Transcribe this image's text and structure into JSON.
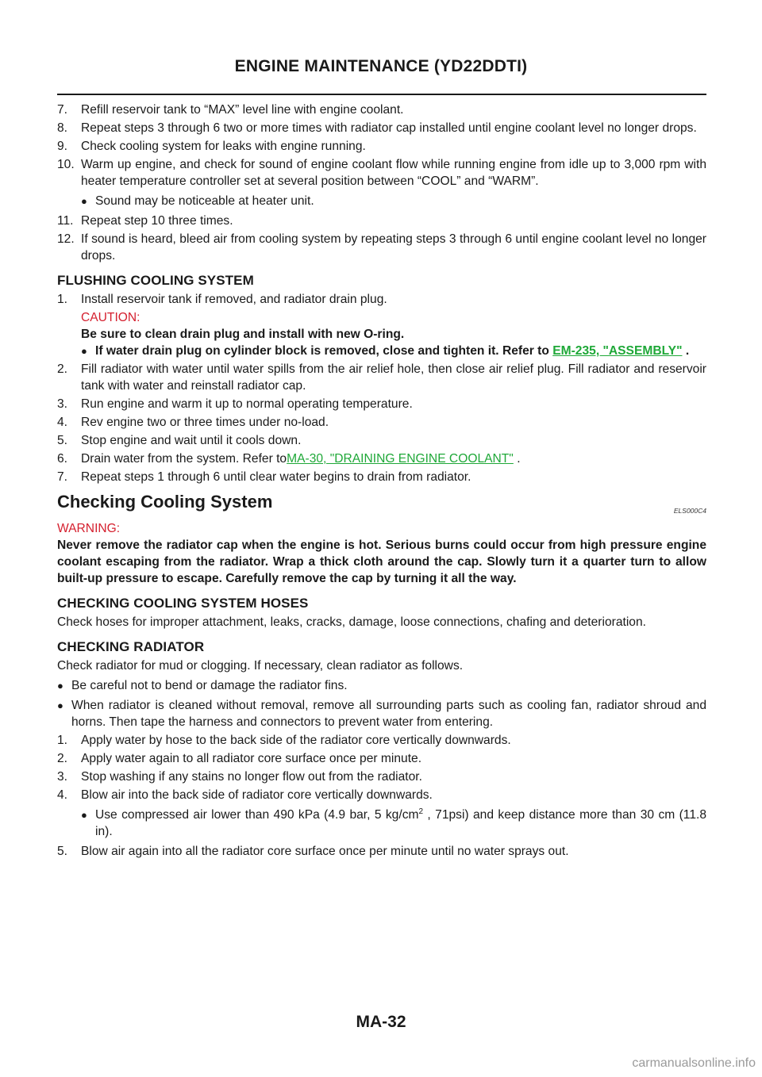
{
  "header": {
    "title": "ENGINE MAINTENANCE (YD22DDTI)"
  },
  "steps_top": [
    {
      "num": "7.",
      "text": "Refill reservoir tank to “MAX” level line with engine coolant."
    },
    {
      "num": "8.",
      "text": "Repeat steps 3 through 6 two or more times with radiator cap installed until engine coolant level no longer drops."
    },
    {
      "num": "9.",
      "text": "Check cooling system for leaks with engine running."
    },
    {
      "num": "10.",
      "text": "Warm up engine, and check for sound of engine coolant flow while running engine from idle up to 3,000 rpm with heater temperature controller set at several position between “COOL” and “WARM”."
    },
    {
      "bullet": "Sound may be noticeable at heater unit."
    },
    {
      "num": "11.",
      "text": "Repeat step 10 three times."
    },
    {
      "num": "12.",
      "text": "If sound is heard, bleed air from cooling system by repeating steps 3 through 6 until engine coolant level no longer drops."
    }
  ],
  "flushing": {
    "heading": "FLUSHING COOLING SYSTEM",
    "step1": {
      "num": "1.",
      "text": "Install reservoir tank if removed, and radiator drain plug."
    },
    "caution_label": "CAUTION:",
    "caution_text": "Be sure to clean drain plug and install with new O-ring.",
    "caution_bullet_text": "If water drain plug on cylinder block is removed, close and tighten it. Refer to ",
    "caution_bullet_link": "EM-235, \"ASSEMBLY\"",
    "caution_bullet_end": " .",
    "step2": {
      "num": "2.",
      "text": "Fill radiator with water until water spills from the air relief hole, then close air relief plug. Fill radiator and reservoir tank with water and reinstall radiator cap."
    },
    "step3": {
      "num": "3.",
      "text": "Run engine and warm it up to normal operating temperature."
    },
    "step4": {
      "num": "4.",
      "text": "Rev engine two or three times under no-load."
    },
    "step5": {
      "num": "5.",
      "text": "Stop engine and wait until it cools down."
    },
    "step6": {
      "num": "6.",
      "text": "Drain water from the system. Refer to",
      "link": "MA-30, \"DRAINING ENGINE COOLANT\"",
      "end": " ."
    },
    "step7": {
      "num": "7.",
      "text": "Repeat steps 1 through 6 until clear water begins to drain from radiator."
    }
  },
  "checking": {
    "heading": "Checking Cooling System",
    "ref_code": "ELS000C4",
    "warning_label": "WARNING:",
    "warning_text": "Never remove the radiator cap when the engine is hot. Serious burns could occur from high pressure engine coolant escaping from the radiator. Wrap a thick cloth around the cap. Slowly turn it a quarter turn to allow built-up pressure to escape. Carefully remove the cap by turning it all the way.",
    "hoses_heading": "CHECKING COOLING SYSTEM HOSES",
    "hoses_text": "Check hoses for improper attachment, leaks, cracks, damage, loose connections, chafing and deterioration.",
    "radiator_heading": "CHECKING RADIATOR",
    "radiator_text": "Check radiator for mud or clogging. If necessary, clean radiator as follows.",
    "radiator_bullets": [
      "Be careful not to bend or damage the radiator fins.",
      "When radiator is cleaned without removal, remove all surrounding parts such as cooling fan, radiator shroud and horns. Then tape the harness and connectors to prevent water from entering."
    ],
    "radiator_steps": [
      {
        "num": "1.",
        "text": "Apply water by hose to the back side of the radiator core vertically downwards."
      },
      {
        "num": "2.",
        "text": "Apply water again to all radiator core surface once per minute."
      },
      {
        "num": "3.",
        "text": "Stop washing if any stains no longer flow out from the radiator."
      },
      {
        "num": "4.",
        "text": "Blow air into the back side of radiator core vertically downwards."
      }
    ],
    "air_bullet_a": "Use compressed air lower than 490 kPa (4.9 bar, 5 kg/cm",
    "air_bullet_sup": "2",
    "air_bullet_b": " , 71psi) and keep distance more than 30 cm (11.8 in).",
    "step5": {
      "num": "5.",
      "text": " Blow air again into all the radiator core surface once per minute until no water sprays out."
    }
  },
  "footer": {
    "page_number": "MA-32"
  },
  "watermark": "carmanualsonline.info"
}
